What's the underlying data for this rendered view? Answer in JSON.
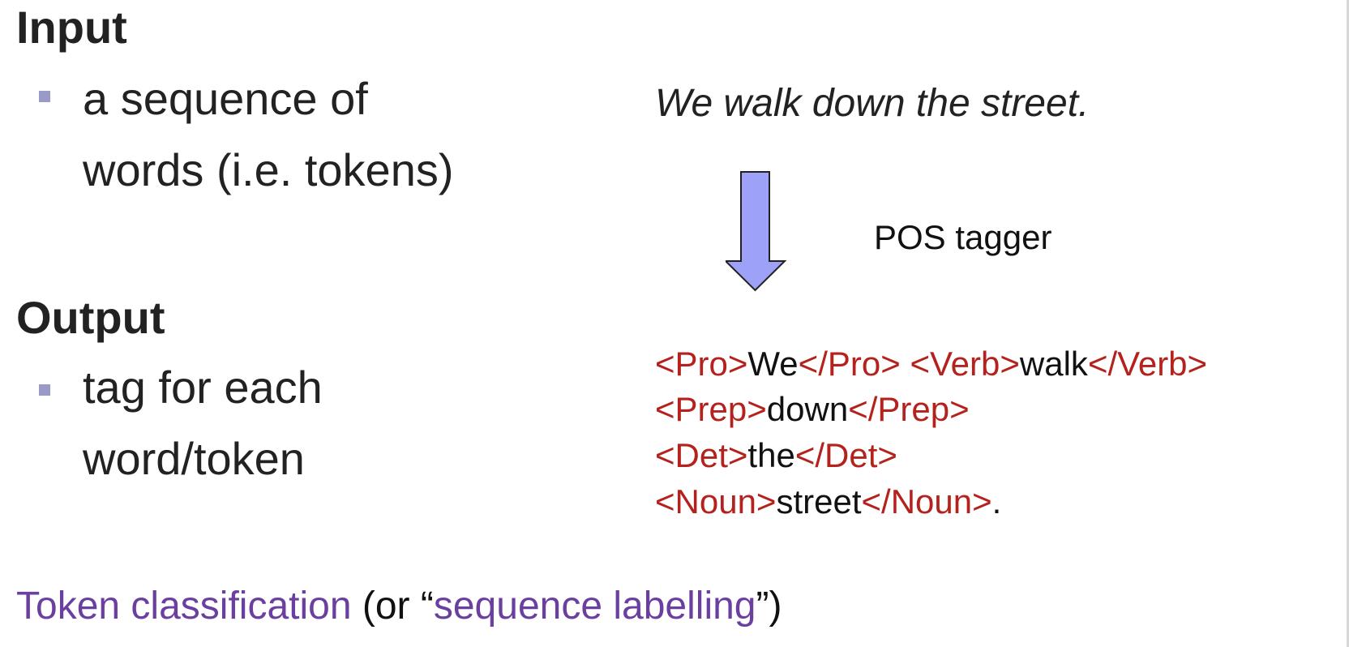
{
  "input": {
    "heading": "Input",
    "bullet_line1": "a sequence of",
    "bullet_line2": "words (i.e. tokens)"
  },
  "output": {
    "heading": "Output",
    "bullet_line1": "tag for each",
    "bullet_line2": "word/token"
  },
  "example": {
    "sentence": "We walk down the street.",
    "arrow_label": "POS tagger",
    "tagged_lines": [
      [
        {
          "kind": "tag",
          "text": "<Pro>"
        },
        {
          "kind": "word",
          "text": "We"
        },
        {
          "kind": "tag",
          "text": "</Pro>"
        },
        {
          "kind": "word",
          "text": " "
        },
        {
          "kind": "tag",
          "text": "<Verb>"
        },
        {
          "kind": "word",
          "text": "walk"
        },
        {
          "kind": "tag",
          "text": "</Verb>"
        }
      ],
      [
        {
          "kind": "tag",
          "text": "<Prep>"
        },
        {
          "kind": "word",
          "text": "down"
        },
        {
          "kind": "tag",
          "text": "</Prep>"
        }
      ],
      [
        {
          "kind": "tag",
          "text": "<Det>"
        },
        {
          "kind": "word",
          "text": "the"
        },
        {
          "kind": "tag",
          "text": "</Det>"
        }
      ],
      [
        {
          "kind": "tag",
          "text": "<Noun>"
        },
        {
          "kind": "word",
          "text": "street"
        },
        {
          "kind": "tag",
          "text": "</Noun>"
        },
        {
          "kind": "word",
          "text": "."
        }
      ]
    ]
  },
  "footer": {
    "part1": "Token classification",
    "part2": " (or “",
    "part3": "sequence labelling",
    "part4": "”)"
  },
  "colors": {
    "tag": "#b5221d",
    "accent": "#6b3fa0",
    "arrow_fill": "#9da2f8",
    "bullet": "#9a9ac8"
  }
}
